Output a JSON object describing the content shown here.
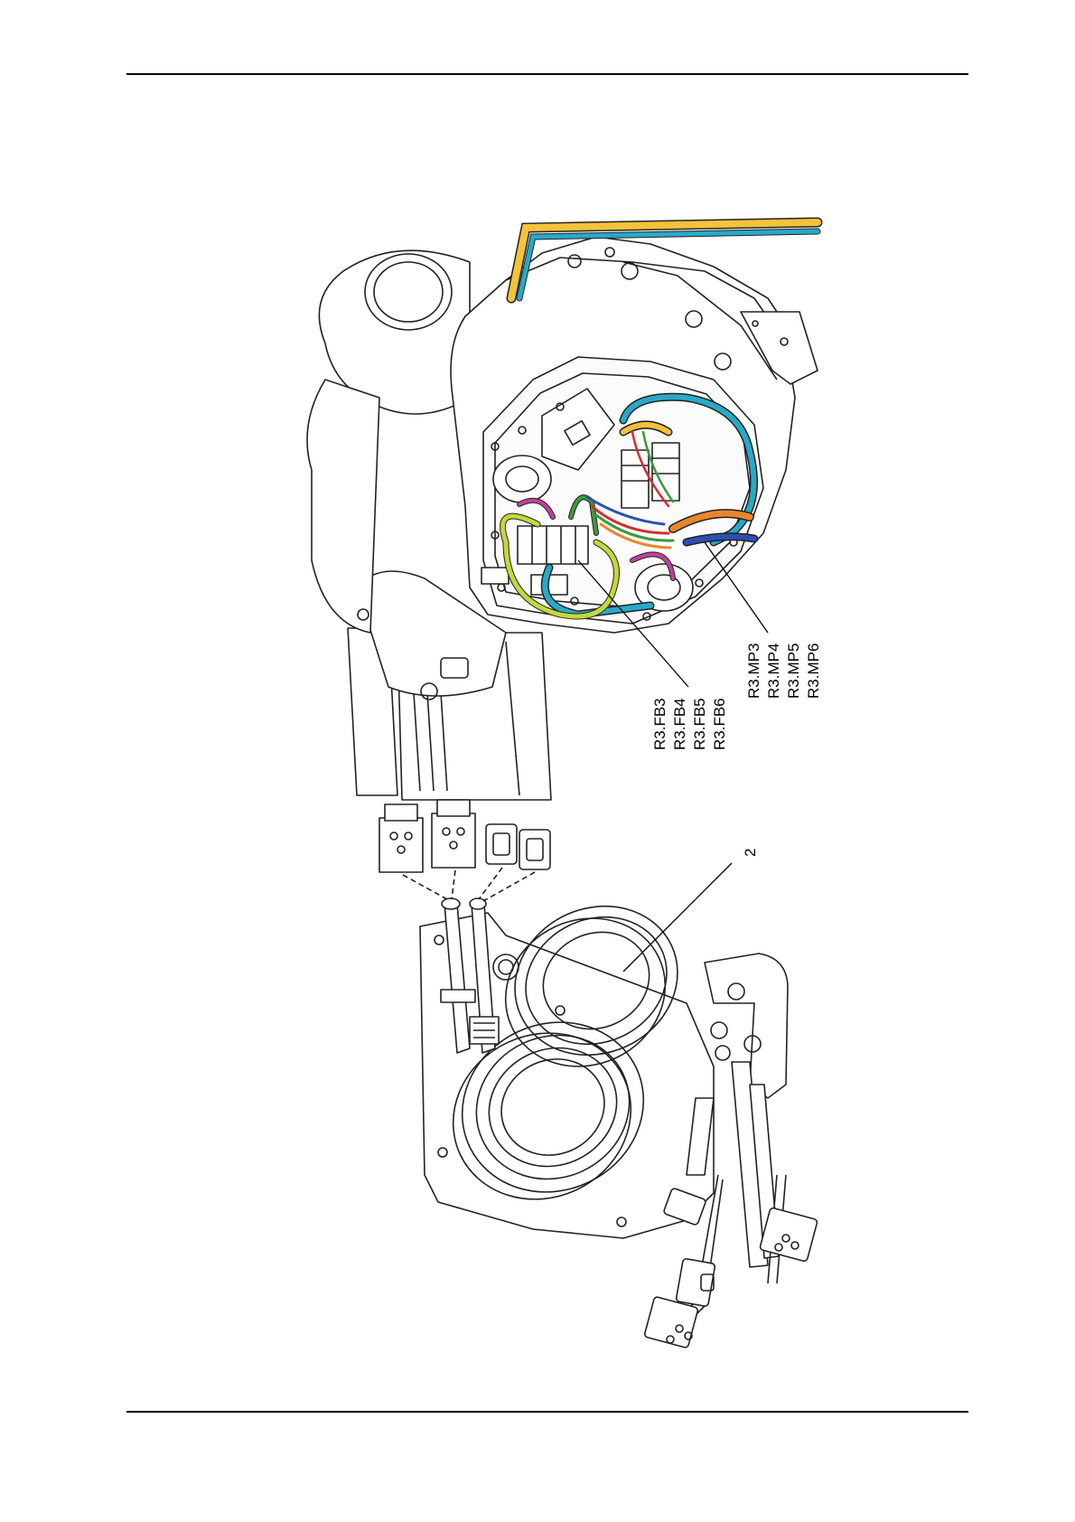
{
  "figure": {
    "callout_fb": [
      "R3.FB3",
      "R3.FB4",
      "R3.FB5",
      "R3.FB6"
    ],
    "callout_mp": [
      "R3.MP3",
      "R3.MP4",
      "R3.MP5",
      "R3.MP6"
    ],
    "callout_item": "2"
  },
  "colors": {
    "line": "#222222",
    "cable_yellow": "#f5c23a",
    "cable_cyan": "#29a9c9",
    "cable_lime": "#c4d83a",
    "cable_magenta": "#c2409a",
    "cable_green": "#3c9a3c",
    "cable_orange": "#e8872a",
    "cable_blue": "#2c4fb0",
    "cable_red": "#d03030"
  }
}
